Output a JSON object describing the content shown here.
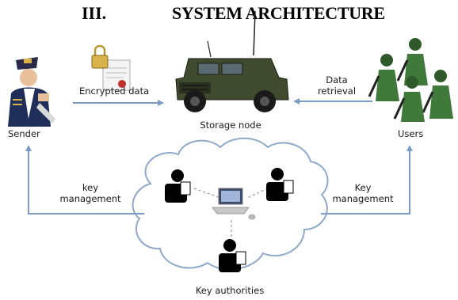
{
  "heading": {
    "number": "III.",
    "title": "SYSTEM ARCHITECTURE"
  },
  "nodes": {
    "sender": "Sender",
    "storage": "Storage node",
    "users": "Users",
    "authorities": "Key authorities"
  },
  "edges": {
    "encrypted": "Encrypted data",
    "retrieval_line1": "Data",
    "retrieval_line2": "retrieval",
    "left_key_line1": "key",
    "left_key_line2": "management",
    "right_key_line1": "Key",
    "right_key_line2": "management"
  },
  "colors": {
    "arrow": "#7a9cc6",
    "cloud_stroke": "#8fa9c9",
    "figure": "#000000",
    "uniform": "#3f7a3a"
  }
}
